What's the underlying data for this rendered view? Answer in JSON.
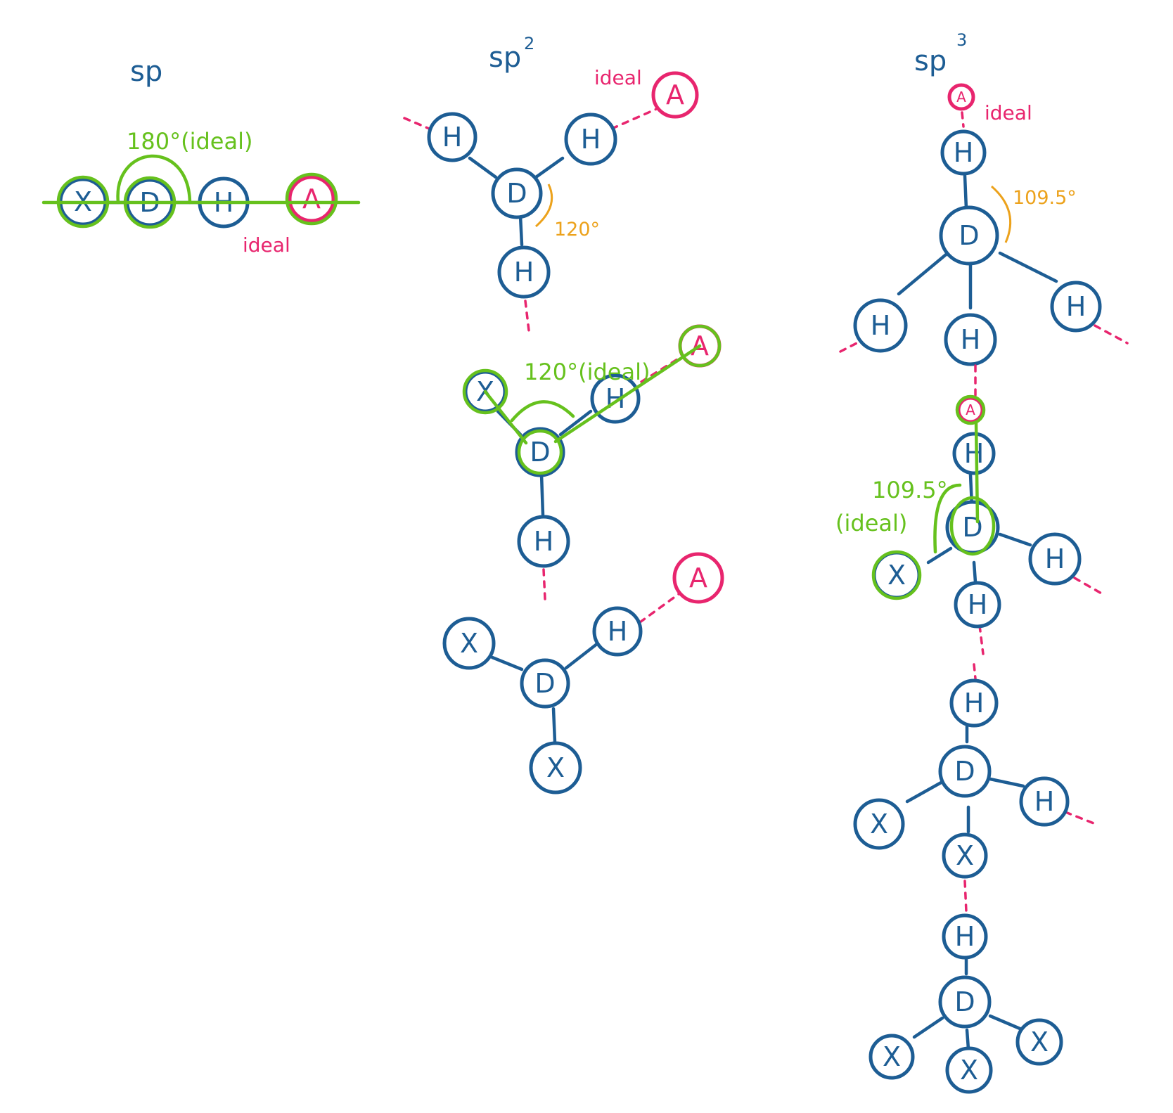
{
  "titles": {
    "sp": "sp",
    "sp2_base": "sp",
    "sp2_sup": "2",
    "sp3_base": "sp",
    "sp3_sup": "3"
  },
  "labels": {
    "ideal": "ideal",
    "angle_180": "180°(ideal)",
    "angle_120": "120°",
    "angle_120_ideal": "120°(ideal)",
    "angle_1095": "109.5°",
    "angle_1095_a": "109.5°",
    "angle_1095_b": "(ideal)"
  },
  "atoms": {
    "H": "H",
    "D": "D",
    "X": "X",
    "A": "A"
  },
  "colors": {
    "molecule": "#1d5d94",
    "acceptor": "#e8256e",
    "highlight": "#66c11d",
    "angle": "#eca21c"
  }
}
